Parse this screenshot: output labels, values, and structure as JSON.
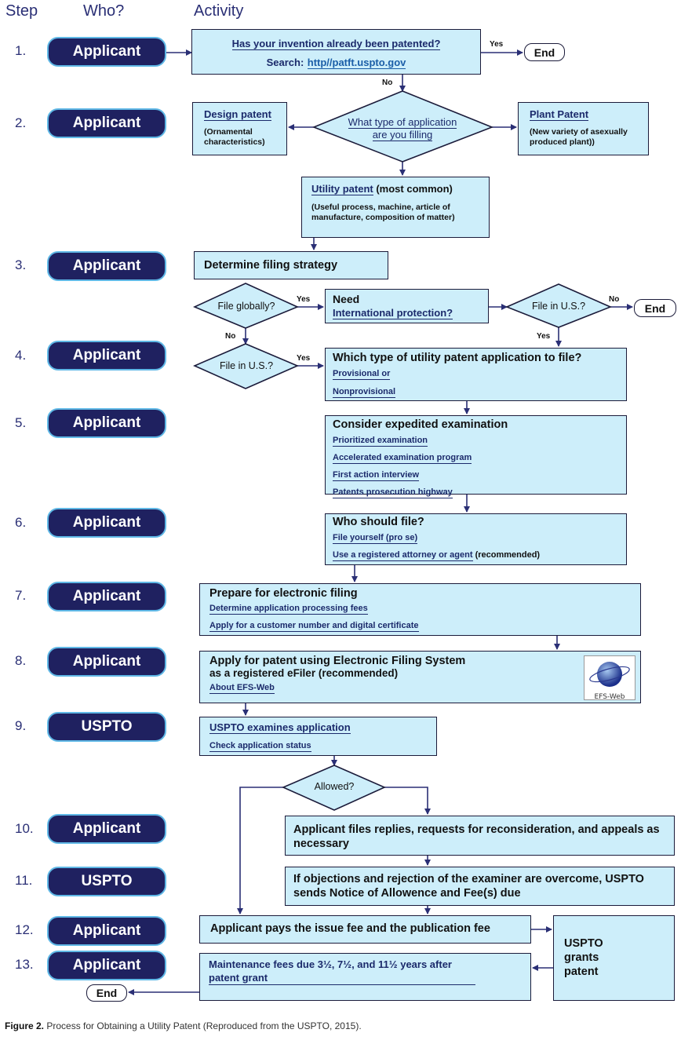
{
  "headers": {
    "step": "Step",
    "who": "Who?",
    "activity": "Activity"
  },
  "steps": [
    {
      "num": "1.",
      "who": "Applicant"
    },
    {
      "num": "2.",
      "who": "Applicant"
    },
    {
      "num": "3.",
      "who": "Applicant"
    },
    {
      "num": "4.",
      "who": "Applicant"
    },
    {
      "num": "5.",
      "who": "Applicant"
    },
    {
      "num": "6.",
      "who": "Applicant"
    },
    {
      "num": "7.",
      "who": "Applicant"
    },
    {
      "num": "8.",
      "who": "Applicant"
    },
    {
      "num": "9.",
      "who": "USPTO"
    },
    {
      "num": "10.",
      "who": "Applicant"
    },
    {
      "num": "11.",
      "who": "USPTO"
    },
    {
      "num": "12.",
      "who": "Applicant"
    },
    {
      "num": "13.",
      "who": "Applicant"
    }
  ],
  "s1": {
    "question": "Has your invention already been patented?",
    "search_label": "Search:",
    "search_link": "http//patft.uspto.gov",
    "yes": "Yes",
    "no": "No",
    "end": "End"
  },
  "s2": {
    "diamond_l1": "What type of application",
    "diamond_l2": "are you filling",
    "design_title": "Design patent",
    "design_desc": "(Ornamental characteristics)",
    "plant_title": "Plant Patent",
    "plant_desc": "(New variety of asexually produced plant))",
    "utility_title": "Utility patent",
    "utility_suffix": " (most common)",
    "utility_desc": "(Useful process, machine, article of manufacture, composition of matter)"
  },
  "s3": {
    "title": "Determine filing strategy",
    "global_q": "File globally?",
    "yes": "Yes",
    "no": "No",
    "need": "Need",
    "intl": "International protection?",
    "us_q": "File in U.S.?",
    "no2": "No",
    "yes2": "Yes",
    "end": "End"
  },
  "s4": {
    "us_q": "File in U.S.?",
    "yes": "Yes",
    "title": "Which type of utility patent application to file?",
    "links": [
      "Provisional or",
      "Nonprovisional"
    ]
  },
  "s5": {
    "title": "Consider expedited examination",
    "links": [
      "Prioritized examination",
      "Accelerated examination program",
      "First action interview",
      "Patents prosecution highway"
    ]
  },
  "s6": {
    "title": "Who should file?",
    "link1": "File yourself (pro se)",
    "link2": "Use a registered attorney or agent",
    "suffix2": " (recommended)"
  },
  "s7": {
    "title": "Prepare for electronic filing",
    "links": [
      "Determine application processing fees",
      "Apply for a customer number and digital certificate"
    ]
  },
  "s8": {
    "line1": "Apply for patent using Electronic Filing System",
    "line2": "as a registered eFiler (recommended)",
    "link": "About EFS-Web",
    "logo_text": "EFS-Web"
  },
  "s9": {
    "title": "USPTO examines application",
    "link": "Check application status",
    "allowed": "Allowed?"
  },
  "s10": {
    "text": "Applicant files replies, requests for reconsideration, and appeals as necessary"
  },
  "s11": {
    "text": "If objections and rejection of the examiner are overcome, USPTO sends Notice of Allowence and Fee(s) due"
  },
  "s12": {
    "text": "Applicant pays the issue fee and the publication fee",
    "grant": "USPTO grants patent"
  },
  "s13": {
    "text": "Maintenance fees due 3½, 7½, and 11½ years after patent grant",
    "end": "End"
  },
  "caption": {
    "label": "Figure 2.",
    "text": " Process for Obtaining a Utility Patent (Reproduced from the USPTO, 2015)."
  },
  "colors": {
    "box_fill": "#cdeefa",
    "pill_fill": "#1f2160",
    "pill_border": "#5fb8e6",
    "line": "#2a2f75"
  }
}
